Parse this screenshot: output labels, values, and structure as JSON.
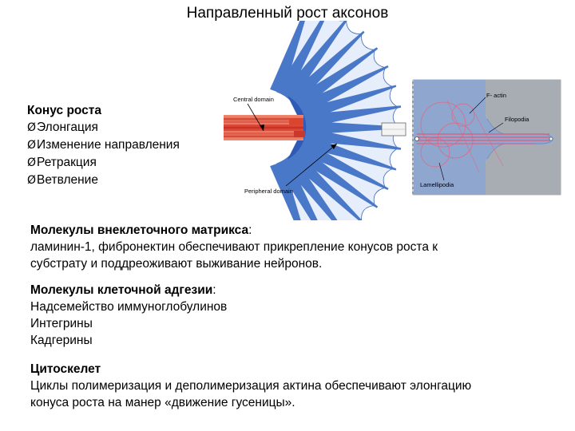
{
  "title": "Направленный рост аксонов",
  "cone": {
    "heading": "Конус роста",
    "items": [
      "Элонгация",
      "Изменение направления",
      "Ретракция",
      "Ветвление"
    ],
    "bullet": "Ø"
  },
  "ecm": {
    "heading": "Молекулы внеклеточного матрикса",
    "suffix": ":",
    "lines": [
      "ламинин-1, фибронектин обеспечивают прикрепление конусов роста к",
      "субстрату и поддреоживают выживание нейронов."
    ]
  },
  "adhesion": {
    "heading": "Молекулы клеточной адгезии",
    "suffix": ":",
    "lines": [
      "Надсемейство иммуноглобулинов",
      "Интегрины",
      "Кадгерины"
    ]
  },
  "cytoskeleton": {
    "heading": "Цитоскелет",
    "lines": [
      "Циклы полимеризация и деполимеризация актина обеспечивают элонгацию",
      "конуса роста на манер «движение гусеницы»."
    ]
  },
  "diagram": {
    "labels": {
      "central": "Central domain",
      "peripheral": "Peripheral domain",
      "factin": "F- actin",
      "filopodia": "Filopodia",
      "lamellipodia": "Lamellipodia"
    },
    "colors": {
      "fan_blue": "#4a78c8",
      "fan_light": "#dfe9fb",
      "axon_red": "#d64030",
      "inset_bg": "#8fa6cf",
      "inset_tube": "#a8adb3",
      "actin_pink": "#e05a78"
    }
  }
}
